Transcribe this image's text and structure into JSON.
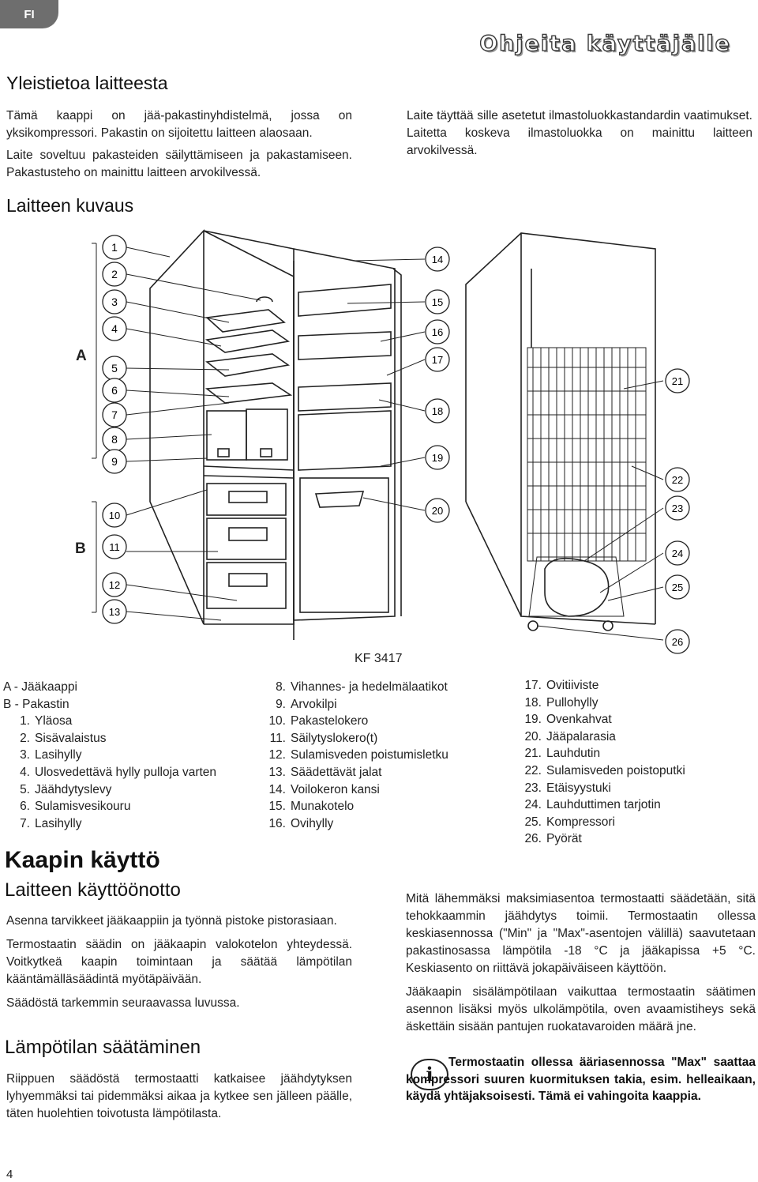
{
  "lang_tab": "FI",
  "page_title": "Ohjeita käyttäjälle",
  "general": {
    "heading": "Yleistietoa laitteesta",
    "p1": "Tämä kaappi on jää-pakastinyhdistelmä, jossa on yksikompressori. Pakastin on sijoitettu laitteen alaosaan.",
    "p2": "Laite soveltuu pakasteiden säilyttämiseen ja pakastamiseen. Pakastusteho on mainittu laitteen arvokilvessä.",
    "p3": "Laite täyttää sille asetetut ilmastoluokkastandardin vaatimukset. Laitetta koskeva ilmastoluokka on mainittu laitteen arvokilvessä."
  },
  "description": {
    "heading": "Laitteen kuvaus",
    "model": "KF 3417",
    "section_a": "A",
    "section_b": "B",
    "callouts": [
      "1",
      "2",
      "3",
      "4",
      "5",
      "6",
      "7",
      "8",
      "9",
      "10",
      "11",
      "12",
      "13",
      "14",
      "15",
      "16",
      "17",
      "18",
      "19",
      "20",
      "21",
      "22",
      "23",
      "24",
      "25",
      "26"
    ]
  },
  "legend": {
    "col1_letters": [
      "A - Jääkaappi",
      "B - Pakastin"
    ],
    "col1": [
      {
        "num": "1.",
        "label": "Yläosa"
      },
      {
        "num": "2.",
        "label": "Sisävalaistus"
      },
      {
        "num": "3.",
        "label": "Lasihylly"
      },
      {
        "num": "4.",
        "label": "Ulosvedettävä hylly pulloja varten"
      },
      {
        "num": "5.",
        "label": "Jäähdytyslevy"
      },
      {
        "num": "6.",
        "label": "Sulamisvesikouru"
      },
      {
        "num": "7.",
        "label": "Lasihylly"
      }
    ],
    "col2": [
      {
        "num": "8.",
        "label": "Vihannes- ja hedelmälaatikot"
      },
      {
        "num": "9.",
        "label": "Arvokilpi"
      },
      {
        "num": "10.",
        "label": "Pakastelokero"
      },
      {
        "num": "11.",
        "label": "Säilytyslokero(t)"
      },
      {
        "num": "12.",
        "label": "Sulamisveden poistumisletku"
      },
      {
        "num": "13.",
        "label": "Säädettävät jalat"
      },
      {
        "num": "14.",
        "label": "Voilokeron kansi"
      },
      {
        "num": "15.",
        "label": "Munakotelo"
      },
      {
        "num": "16.",
        "label": "Ovihylly"
      }
    ],
    "col3": [
      {
        "num": "17.",
        "label": "Ovitiiviste"
      },
      {
        "num": "18.",
        "label": "Pullohylly"
      },
      {
        "num": "19.",
        "label": "Ovenkahvat"
      },
      {
        "num": "20.",
        "label": "Jääpalarasia"
      },
      {
        "num": "21.",
        "label": "Lauhdutin"
      },
      {
        "num": "22.",
        "label": "Sulamisveden poistoputki"
      },
      {
        "num": "23.",
        "label": "Etäisyystuki"
      },
      {
        "num": "24.",
        "label": "Lauhduttimen tarjotin"
      },
      {
        "num": "25.",
        "label": "Kompressori"
      },
      {
        "num": "26.",
        "label": "Pyörät"
      }
    ]
  },
  "usage": {
    "heading": "Kaapin käyttö",
    "subheading": "Laitteen käyttöönotto",
    "p1": "Asenna tarvikkeet jääkaappiin ja työnnä pistoke pistorasiaan.",
    "p2": "Termostaatin säädin on jääkaapin valokotelon yhteydessä. Voitkytkeä kaapin toimintaan ja säätää lämpötilan kääntämälläsäädintä myötäpäivään.",
    "p3": "Säädöstä tarkemmin seuraavassa luvussa."
  },
  "temperature": {
    "heading": "Lämpötilan säätäminen",
    "p1": "Riippuen säädöstä termostaatti katkaisee jäähdytyksen lyhyemmäksi tai pidemmäksi aikaa ja kytkee sen jälleen päälle, täten huolehtien toivotusta lämpötilasta.",
    "p2": "Mitä lähemmäksi maksimiasentoa termostaatti säädetään, sitä tehokkaammin jäähdytys toimii. Termostaatin ollessa keskiasennossa (\"Min\" ja \"Max\"-asentojen välillä) saavutetaan pakastinosassa lämpötila -18 °C ja jääkapissa +5 °C. Keskiasento on riittävä jokapäiväiseen käyttöön.",
    "p3": "Jääkaapin sisälämpötilaan vaikuttaa termostaatin säätimen asennon lisäksi myös ulkolämpötila, oven avaamistiheys sekä äskettäin sisään pantujen ruokatavaroiden määrä jne.",
    "note": "Termostaatin ollessa ääriasennossa \"Max\" saattaa kompressori suuren kuormituksen takia, esim. helleaikaan, käydä yhtäjaksoisesti. Tämä ei vahingoita kaappia.",
    "info_icon": "info-icon"
  },
  "page_number": "4"
}
